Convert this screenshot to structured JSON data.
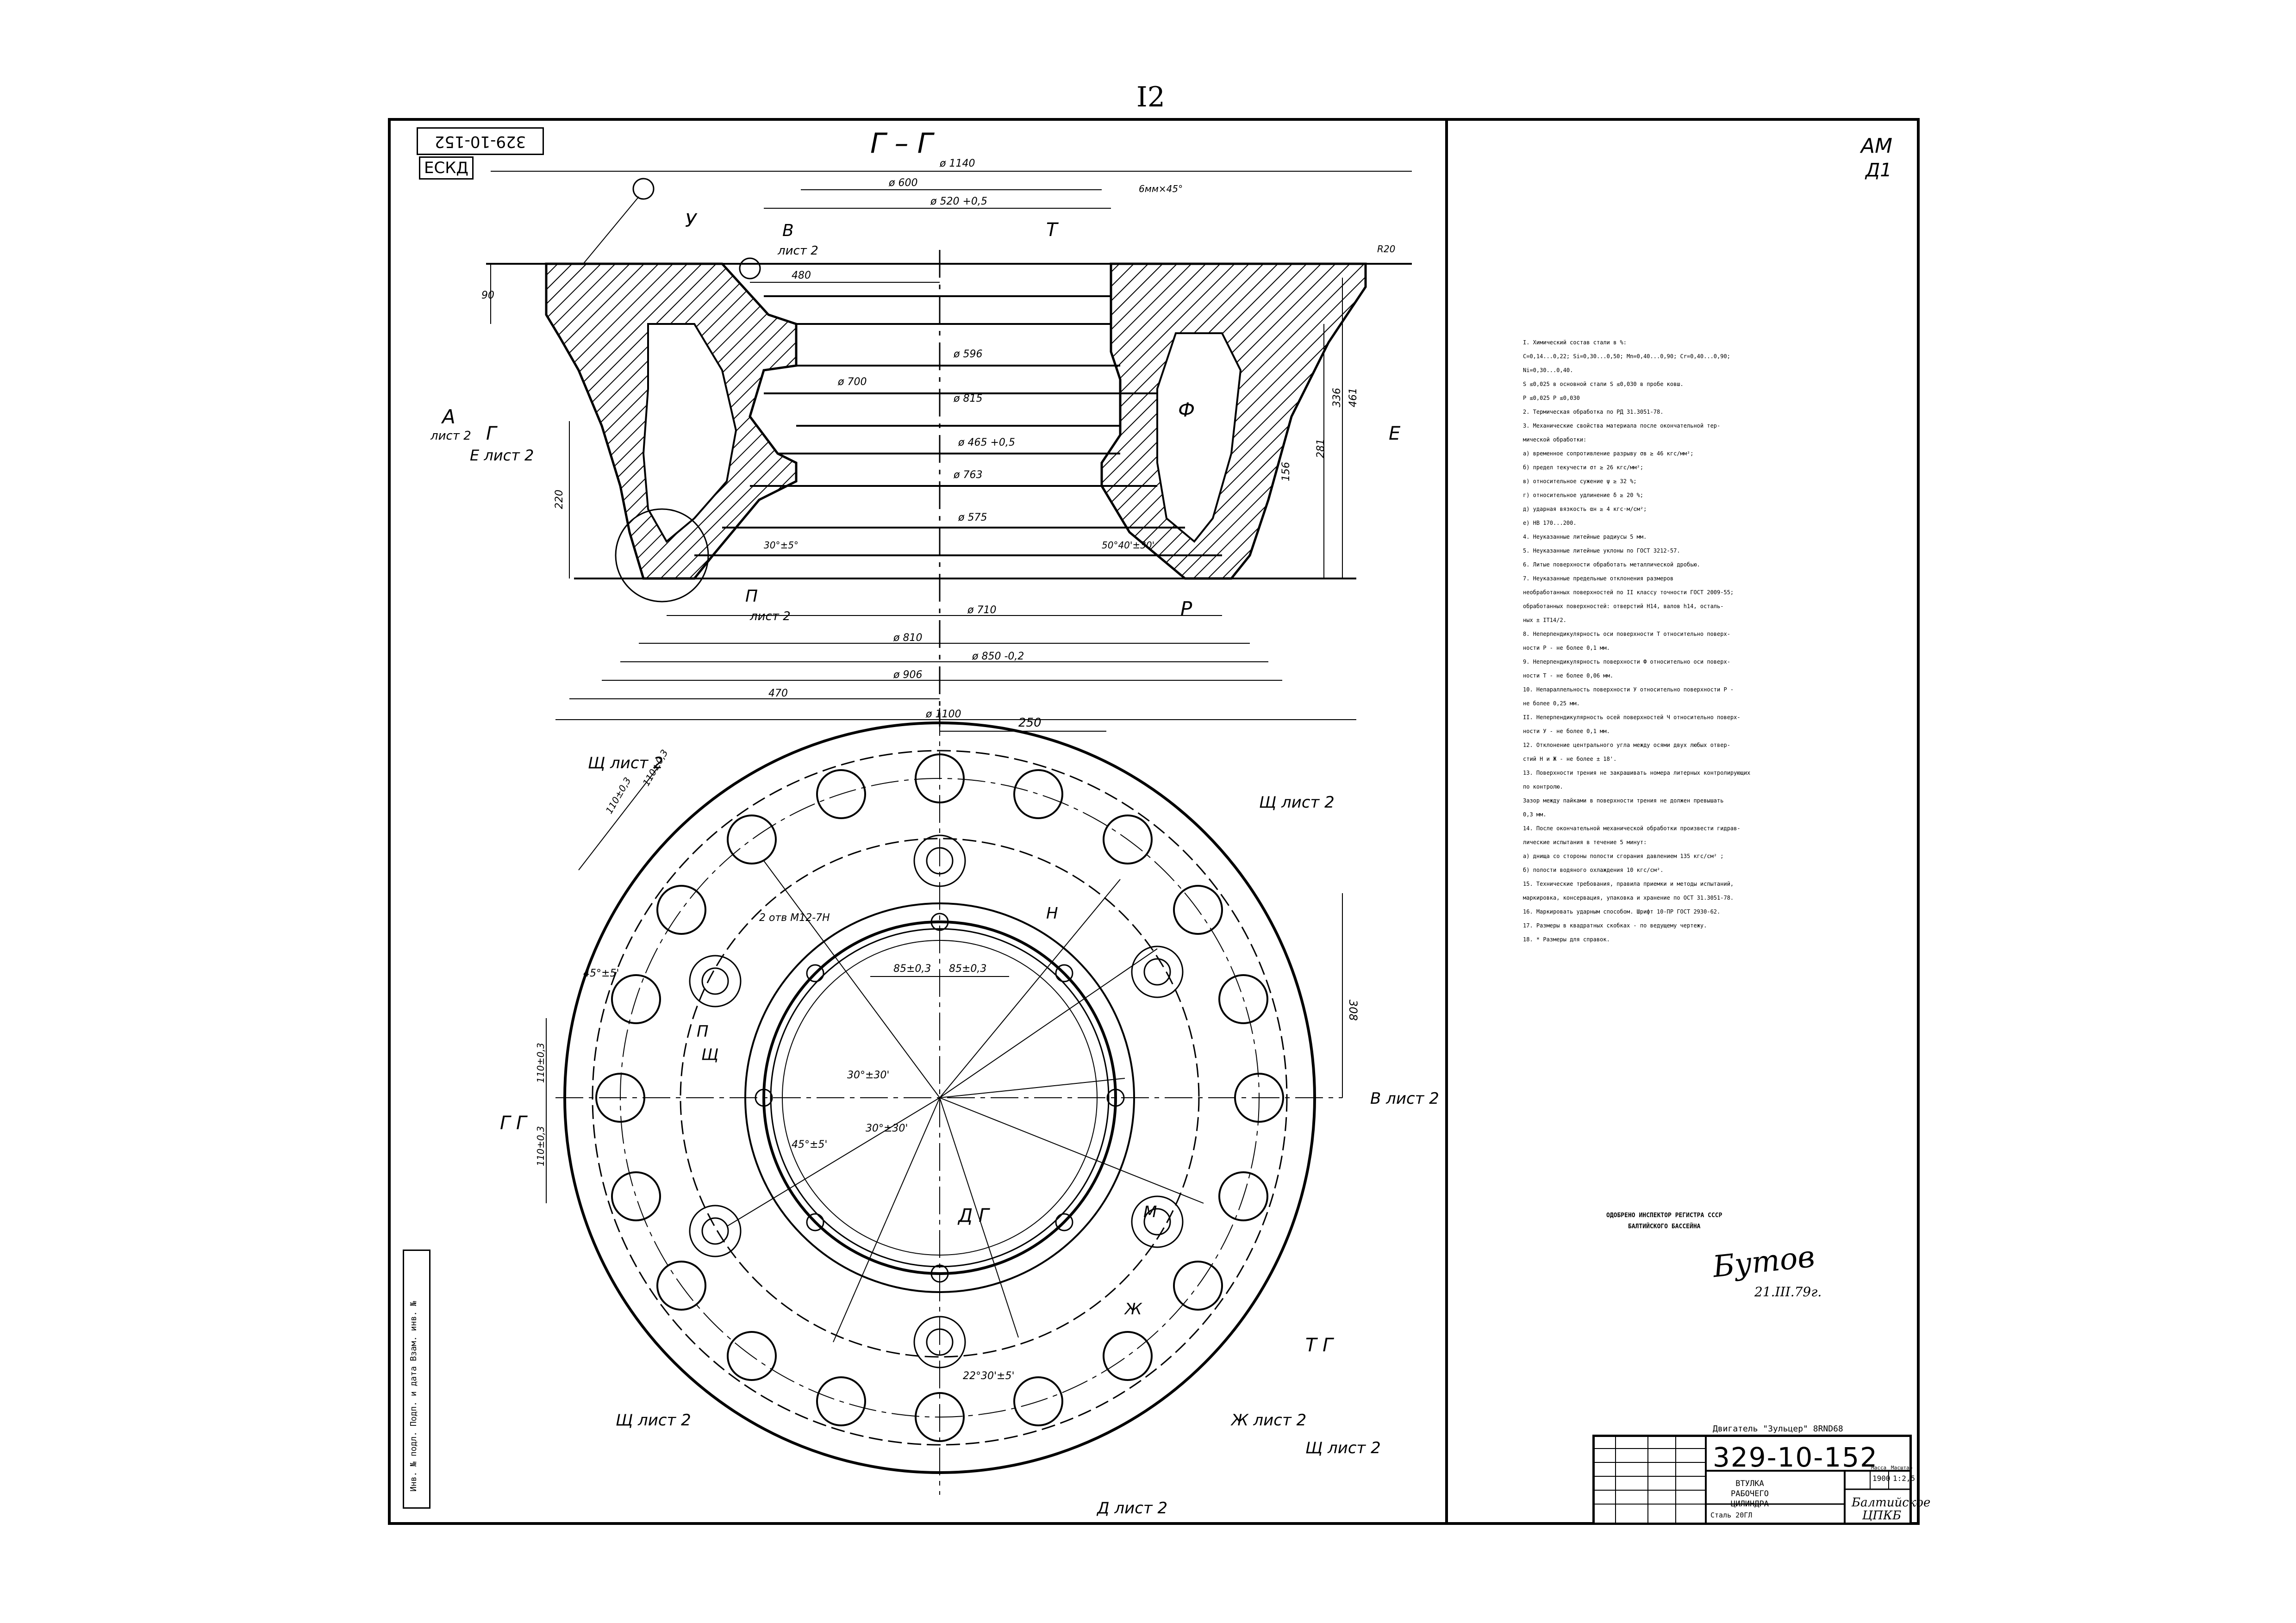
{
  "sheet": {
    "page_number": "I2",
    "doc_code_rotated": "329-10-152",
    "eskd": "ЕСКД",
    "corner_mark": "АМ",
    "corner_mark2": "Д1"
  },
  "section_view": {
    "title": "Г – Г",
    "labels": {
      "u": "У",
      "t": "Т",
      "f": "Ф",
      "r": "Р",
      "e_right": "Е",
      "a_sheet": "А",
      "a_sheet_ref": "лист 2",
      "e_left": "Е лист 2",
      "g_left": "Г",
      "v_ref": "В",
      "v_ref_sheet": "лист 2",
      "p_ref": "П",
      "p_ref_sheet": "лист 2"
    },
    "dims": {
      "d1140": "ø 1140",
      "d600": "ø 600",
      "d520": "ø 520 +0,5",
      "r480": "480",
      "d596": "ø 596",
      "d700": "ø 700",
      "d815": "ø 815",
      "d465": "ø 465 +0,5",
      "d763": "ø 763",
      "d575": "ø 575",
      "d810": "ø 810",
      "d710": "ø 710",
      "d850": "ø 850 -0,2",
      "d906": "ø 906",
      "r470": "470",
      "d1100": "ø 1100",
      "h90": "90",
      "h220": "220",
      "h281": "281",
      "h336": "336",
      "h461": "461",
      "h156": "156",
      "a30": "30°±5°",
      "a50": "50°40'±30'",
      "bevel": "6мм×45°",
      "rough": "R20"
    }
  },
  "plan_view": {
    "labels": {
      "sch_tl": "Щ лист 2",
      "sch_tr": "Щ лист 2",
      "sch_bl": "Щ лист 2",
      "sch_br": "Щ лист 2",
      "zh_br": "Ж лист 2",
      "d_bottom": "Д лист 2",
      "v_right": "В лист 2",
      "gg_left": "Г Г",
      "tg": "Т Г",
      "d_center": "Д Г",
      "n": "Н",
      "m": "М",
      "p": "П",
      "zh": "Ж",
      "sch": "Щ"
    },
    "dims": {
      "w250": "250",
      "h308": "308",
      "c85a": "85±0,3",
      "c85b": "85±0,3",
      "a45a": "45°±5'",
      "a45b": "45°±5'",
      "a30a": "30°±30'",
      "a30b": "30°±30'",
      "a22": "22°30'±5'",
      "holes": "2 отв М12-7Н",
      "d110a": "110±0,3",
      "d110b": "110±0,3",
      "d110c": "110±0,3",
      "d110d": "110±0,3"
    }
  },
  "notes": [
    "I. Химический состав стали в %:",
    "C=0,14...0,22; Si=0,30...0,50; Mn=0,40...0,90; Cr=0,40...0,90;",
    "Ni=0,30...0,40.",
    "S ≤0,025 в основной стали  S ≤0,030 в пробе ковш.",
    "P ≤0,025                   P ≤0,030",
    "2. Термическая обработка по РД 31.3051-78.",
    "3. Механические свойства материала после окончательной тер-",
    "мической обработки:",
    "а) временное сопротивление разрыву σв ≥ 46 кгс/мм²;",
    "б) предел текучести            σт ≥ 26 кгс/мм²;",
    "в) относительное сужение       ψ ≥ 32 %;",
    "г) относительное удлинение     δ ≥ 20 %;",
    "д) ударная вязкость            αн ≥ 4 кгс·м/см²;",
    "е) НВ 170...200.",
    "4. Неуказанные литейные радиусы 5 мм.",
    "5. Неуказанные литейные уклоны по ГОСТ 3212-57.",
    "6. Литые поверхности обработать металлической дробью.",
    "7. Неуказанные предельные отклонения размеров",
    "необработанных поверхностей по II классу точности ГОСТ 2009-55;",
    "обработанных поверхностей: отверстий Н14, валов h14, осталь-",
    "ных ± IT14/2.",
    "8. Неперпендикулярность оси поверхности Т относительно поверх-",
    "ности Р - не более 0,1 мм.",
    "9. Неперпендикулярность поверхности Ф относительно оси поверх-",
    "ности Т - не более 0,06 мм.",
    "10. Непараллельность поверхности У относительно поверхности Р -",
    "не более 0,25 мм.",
    "II. Неперпендикулярность осей поверхностей Ч относительно поверх-",
    "ности У - не более 0,1 мм.",
    "12. Отклонение центрального угла между осями двух любых отвер-",
    "стий Н и Ж - не более ± 18'.",
    "13. Поверхности трения не закрашивать номера литерных контролирующих",
    "по контролю.",
    "Зазор между пайками в поверхности трения не должен превышать",
    "0,3 мм.",
    "14. После окончательной механической обработки произвести гидрав-",
    "лические испытания в течение 5 минут:",
    "а) днища со стороны полости сгорания давлением 135 кгс/см² ;",
    "б) полости водяного охлаждения 10 кгс/см².",
    "15. Технические требования, правила приемки и методы испытаний,",
    "маркировка, консервация, упаковка и хранение по ОСТ 31.3051-78.",
    "16. Маркировать ударным способом. Шрифт 10-ПР ГОСТ 2930-62.",
    "17. Размеры в квадратных скобках - по ведущему чертежу.",
    "18. * Размеры для справок."
  ],
  "registry": {
    "line1": "ОДОБРЕНО ИНСПЕКТОР РЕГИСТРА СССР",
    "line2": "БАЛТИЙСКОГО БАССЕЙНА"
  },
  "signature": {
    "name": "Бутов",
    "date": "21.III.79г."
  },
  "title_block": {
    "header": "Двигатель \"Зульцер\" 8RND68",
    "doc_number": "329-10-152",
    "name_line1": "ВТУЛКА",
    "name_line2": "РАБОЧЕГО ЦИЛИНДРА",
    "material": "Сталь 20ГЛ",
    "mass_col": "Масса",
    "scale_col": "Масштаб",
    "mass": "1900",
    "scale": "1:2,5",
    "org_line1": "Балтийское",
    "org_line2": "ЦПКБ"
  },
  "side_stamp": "Инв. № подл.  Подп. и дата  Взам. инв. №"
}
